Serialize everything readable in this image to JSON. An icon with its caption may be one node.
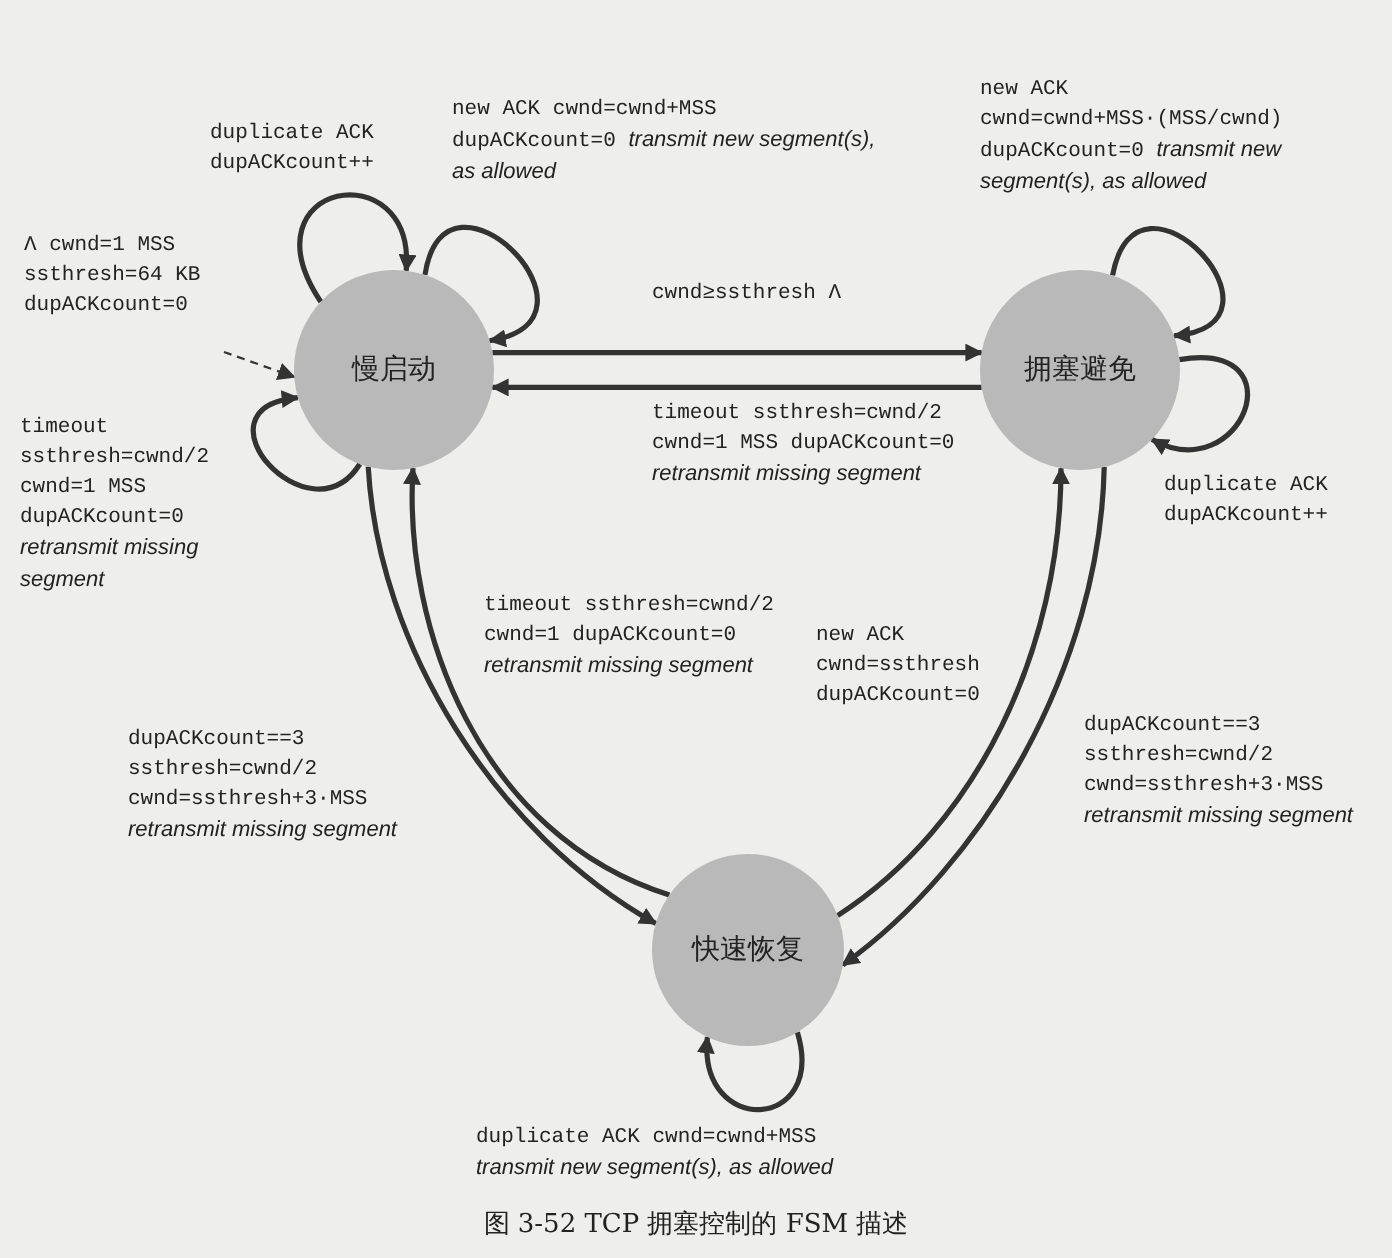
{
  "diagram": {
    "caption": "图 3-52 TCP 拥塞控制的 FSM 描述",
    "nodes": [
      {
        "text": [
          "慢启动"
        ]
      },
      {
        "text": [
          "拥塞避免"
        ]
      },
      {
        "text": [
          "快速恢复"
        ]
      }
    ],
    "edges": [
      {
        "from": null,
        "to": 0,
        "arrow": "to",
        "style": "dashed",
        "label": "Λ cwnd=1 MSS ssthresh=64 KB dupACKcount=0"
      },
      {
        "from": 0,
        "to": 0,
        "arrow": "to",
        "label": "duplicate ACK dupACKcount++"
      },
      {
        "from": 0,
        "to": 0,
        "arrow": "to",
        "label": "new ACK cwnd=cwnd+MSS dupACKcount=0 *transmit new segment(s), as allowed*"
      },
      {
        "from": 0,
        "to": 0,
        "arrow": "to",
        "label": "timeout ssthresh=cwnd/2 cwnd=1 MSS dupACKcount=0 *retransmit missing segment*"
      },
      {
        "from": 0,
        "to": 1,
        "arrow": "to",
        "label": "cwnd≥ssthresh Λ"
      },
      {
        "from": 1,
        "to": 0,
        "arrow": "to",
        "label": "timeout ssthresh=cwnd/2 cwnd=1 MSS dupACKcount=0 *retransmit missing segment*"
      },
      {
        "from": 0,
        "to": 2,
        "arrow": "to",
        "label": "dupACKcount==3 ssthresh=cwnd/2 cwnd=ssthresh+3·MSS *retransmit missing segment*"
      },
      {
        "from": 2,
        "to": 0,
        "arrow": "to",
        "label": "timeout ssthresh=cwnd/2 cwnd=1 dupACKcount=0 *retransmit missing segment*"
      },
      {
        "from": 1,
        "to": 1,
        "arrow": "to",
        "label": "new ACK cwnd=cwnd+MSS·(MSS/cwnd) dupACKcount=0 *transmit new segment(s), as allowed*"
      },
      {
        "from": 1,
        "to": 1,
        "arrow": "to",
        "label": "duplicate ACK dupACKcount++"
      },
      {
        "from": 2,
        "to": 1,
        "arrow": "to",
        "label": "new ACK cwnd=ssthresh dupACKcount=0"
      },
      {
        "from": 1,
        "to": 2,
        "arrow": "to",
        "label": "dupACKcount==3 ssthresh=cwnd/2 cwnd=ssthresh+3·MSS *retransmit missing segment*"
      },
      {
        "from": 2,
        "to": 2,
        "arrow": "to",
        "label": "duplicate ACK cwnd=cwnd+MSS *transmit new segment(s), as allowed*"
      }
    ]
  }
}
